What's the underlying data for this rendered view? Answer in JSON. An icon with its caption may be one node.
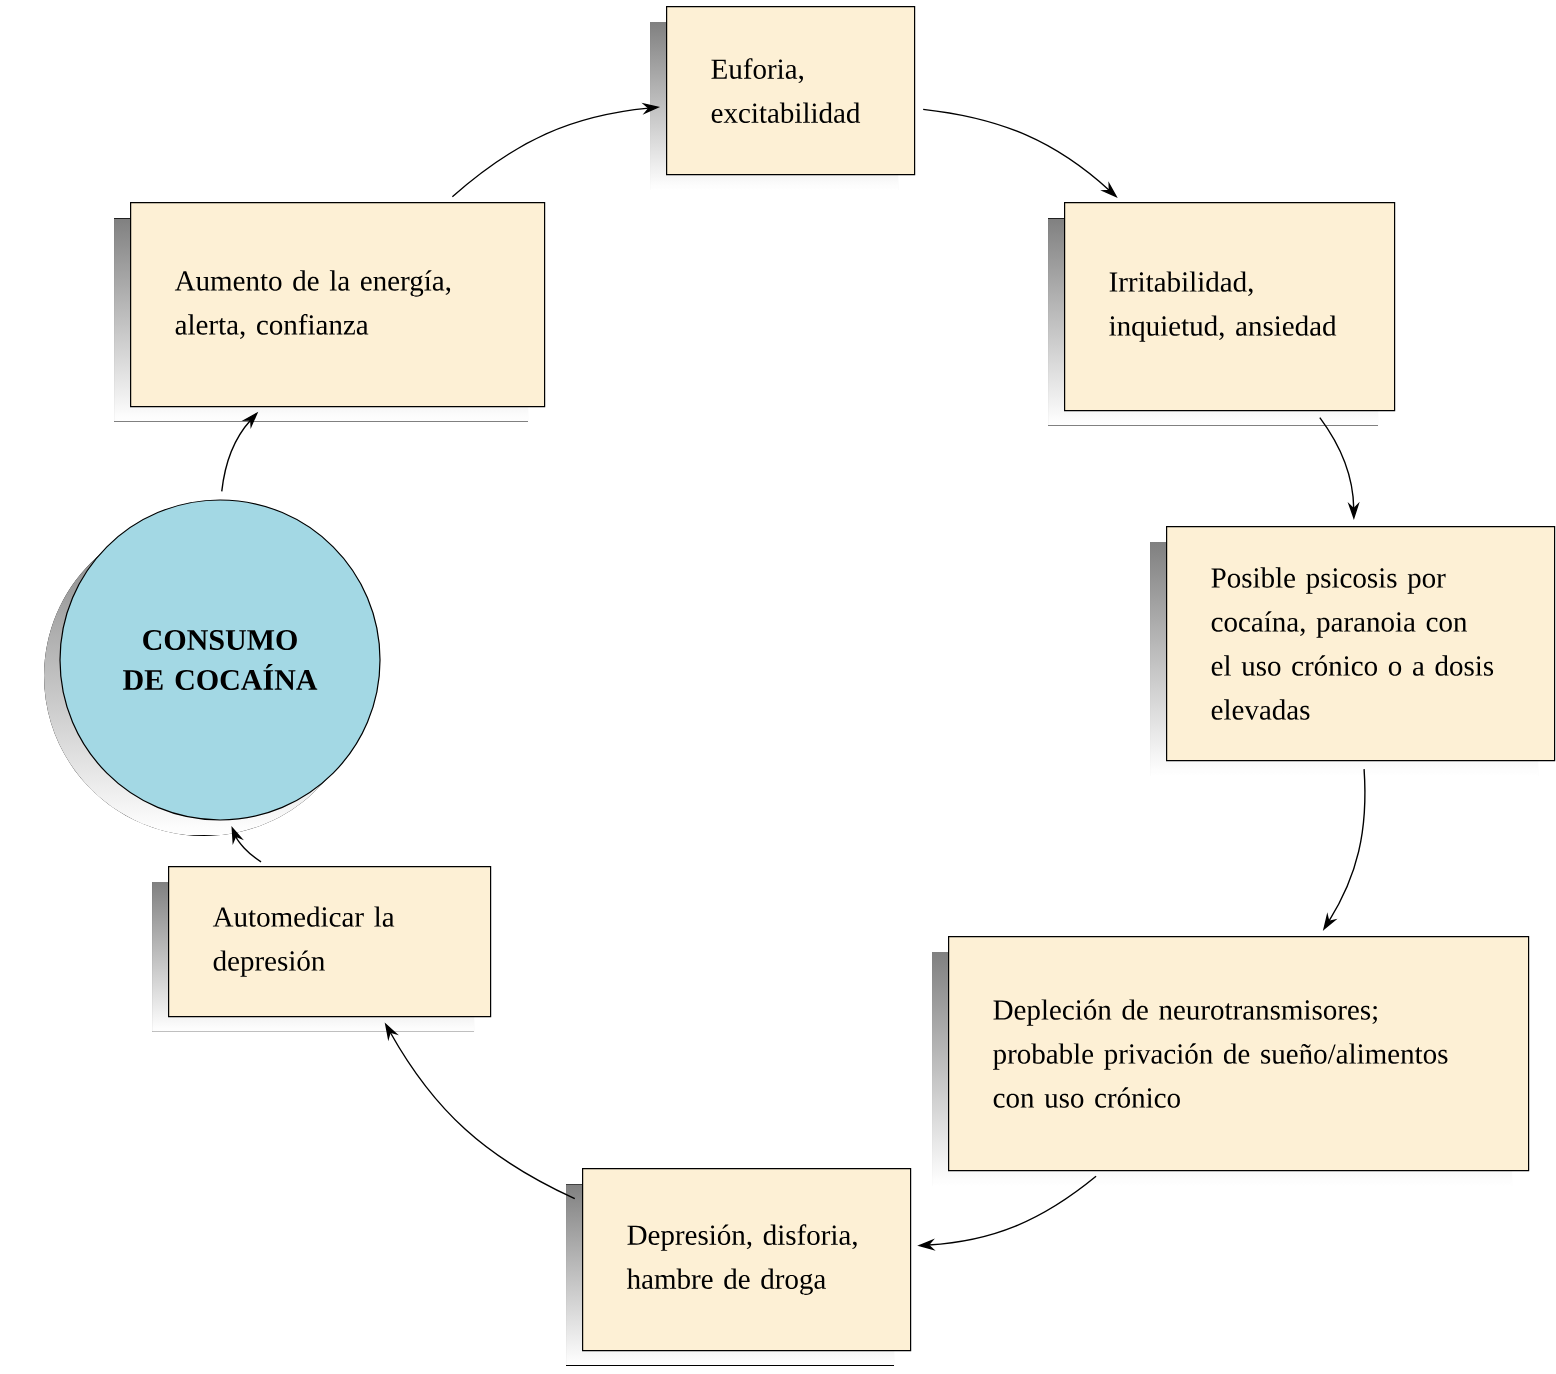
{
  "diagram": {
    "nodes": [
      {
        "text": [
          "CONSUMO DE COCAÍNA"
        ]
      },
      {
        "text": [
          "Aumento de la energía, alerta, confianza"
        ]
      },
      {
        "text": [
          "Euforia, excitabilidad"
        ]
      },
      {
        "text": [
          "Irritabilidad, inquietud, ansiedad"
        ]
      },
      {
        "text": [
          "Posible psicosis por cocaína, paranoia con el uso crónico o a dosis elevadas"
        ]
      },
      {
        "text": [
          "Depleción de neurotransmisores; probable privación de sueño/alimentos con uso crónico"
        ]
      },
      {
        "text": [
          "Depresión, disforia, hambre de droga"
        ]
      },
      {
        "text": [
          "Automedicar la depresión"
        ]
      }
    ],
    "edges": [
      {
        "from": 0,
        "to": 1,
        "arrow": "to"
      },
      {
        "from": 1,
        "to": 2,
        "arrow": "to"
      },
      {
        "from": 2,
        "to": 3,
        "arrow": "to"
      },
      {
        "from": 3,
        "to": 4,
        "arrow": "to"
      },
      {
        "from": 4,
        "to": 5,
        "arrow": "to"
      },
      {
        "from": 5,
        "to": 6,
        "arrow": "to"
      },
      {
        "from": 6,
        "to": 7,
        "arrow": "to"
      },
      {
        "from": 7,
        "to": 0,
        "arrow": "to"
      }
    ]
  }
}
